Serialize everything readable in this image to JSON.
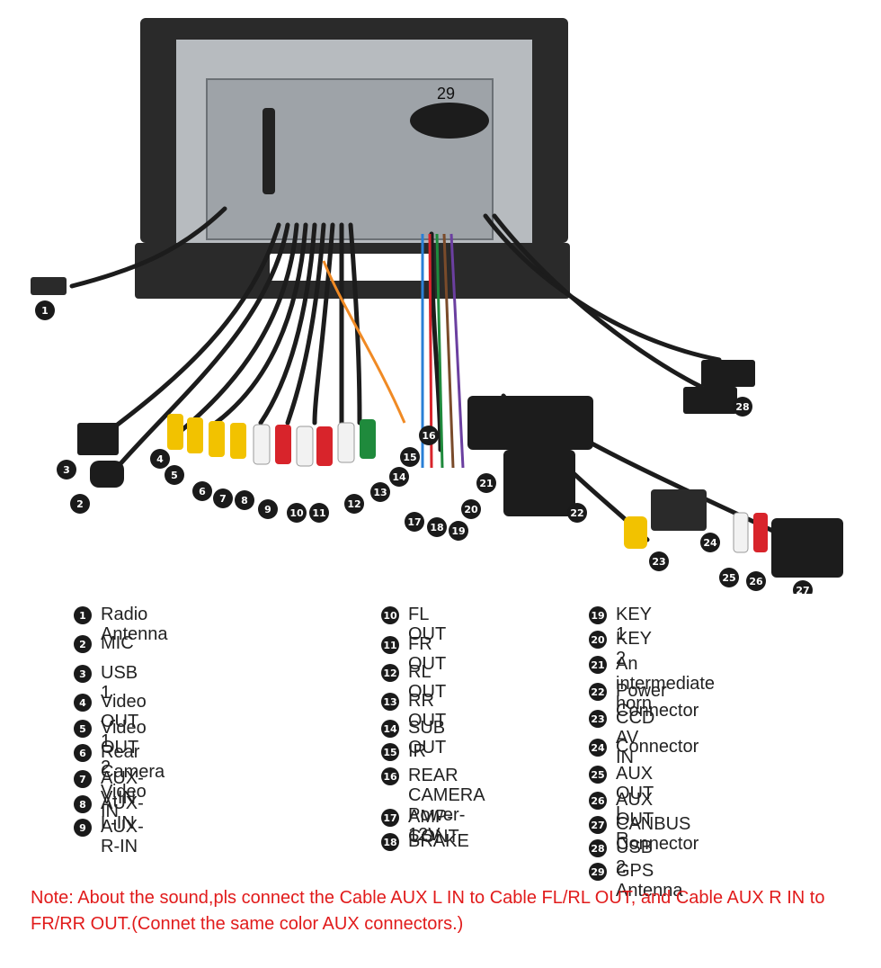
{
  "photo_labels": {
    "gps": "29"
  },
  "legend": [
    {
      "num": "1",
      "label": "Radio Antenna"
    },
    {
      "num": "2",
      "label": "MIC"
    },
    {
      "num": "3",
      "label": "USB 1"
    },
    {
      "num": "4",
      "label": "Video OUT 1"
    },
    {
      "num": "5",
      "label": "Video OUT 2"
    },
    {
      "num": "6",
      "label": "Rear Camera Video IN"
    },
    {
      "num": "7",
      "label": "AUX-V-IN"
    },
    {
      "num": "8",
      "label": "AUX-L-IN"
    },
    {
      "num": "9",
      "label": "AUX-R-IN"
    },
    {
      "num": "10",
      "label": "FL OUT"
    },
    {
      "num": "11",
      "label": "FR OUT"
    },
    {
      "num": "12",
      "label": "RL OUT"
    },
    {
      "num": "13",
      "label": "RR OUT"
    },
    {
      "num": "14",
      "label": "SUB OUT"
    },
    {
      "num": "15",
      "label": "IR"
    },
    {
      "num": "16",
      "label": "REAR CAMERA\nPower-12V"
    },
    {
      "num": "17",
      "label": "AMP-CONT"
    },
    {
      "num": "18",
      "label": "BRAKE"
    },
    {
      "num": "19",
      "label": "KEY 1"
    },
    {
      "num": "20",
      "label": "KEY 2"
    },
    {
      "num": "21",
      "label": "An intermediate horn"
    },
    {
      "num": "22",
      "label": "Power Connector"
    },
    {
      "num": "23",
      "label": "CCD AV IN"
    },
    {
      "num": "24",
      "label": "Connector"
    },
    {
      "num": "25",
      "label": "AUX OUT L"
    },
    {
      "num": "26",
      "label": "AUX OUT R"
    },
    {
      "num": "27",
      "label": "CANBUS Connector"
    },
    {
      "num": "28",
      "label": "USB 2"
    },
    {
      "num": "29",
      "label": "GPS Antenna"
    }
  ],
  "note": "Note: About the sound,pls connect the Cable AUX L IN to Cable FL/RL OUT, and Cable AUX R IN to  FR/RR OUT.(Connet the same color AUX connectors.)",
  "colors": {
    "note": "#e11b1b",
    "badge": "#1a1a1a",
    "rca_yellow": "#f2c200",
    "rca_red": "#d8242b",
    "rca_white": "#f2f2f2",
    "rca_green": "#1f8a3c",
    "panel": "#2a2a2a",
    "chassis": "#9ea3a8"
  }
}
